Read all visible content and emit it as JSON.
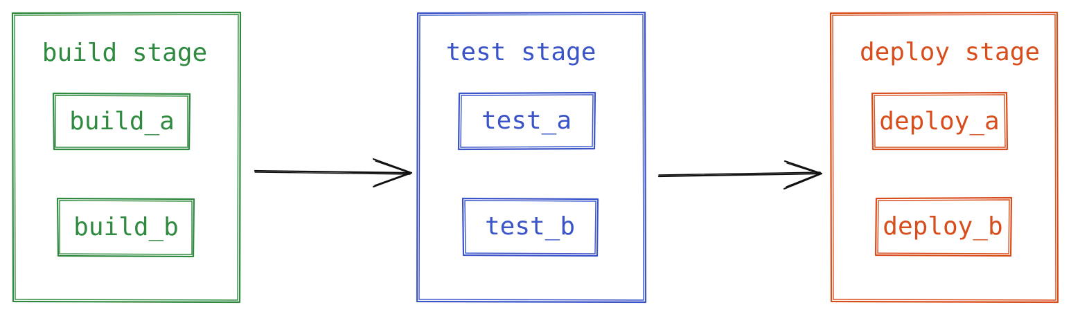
{
  "stages": [
    {
      "title": "build stage",
      "color": "#2f8a3f",
      "jobs": [
        "build_a",
        "build_b"
      ]
    },
    {
      "title": "test stage",
      "color": "#3b54c8",
      "jobs": [
        "test_a",
        "test_b"
      ]
    },
    {
      "title": "deploy stage",
      "color": "#d84d1c",
      "jobs": [
        "deploy_a",
        "deploy_b"
      ]
    }
  ],
  "arrow_color": "#111111"
}
